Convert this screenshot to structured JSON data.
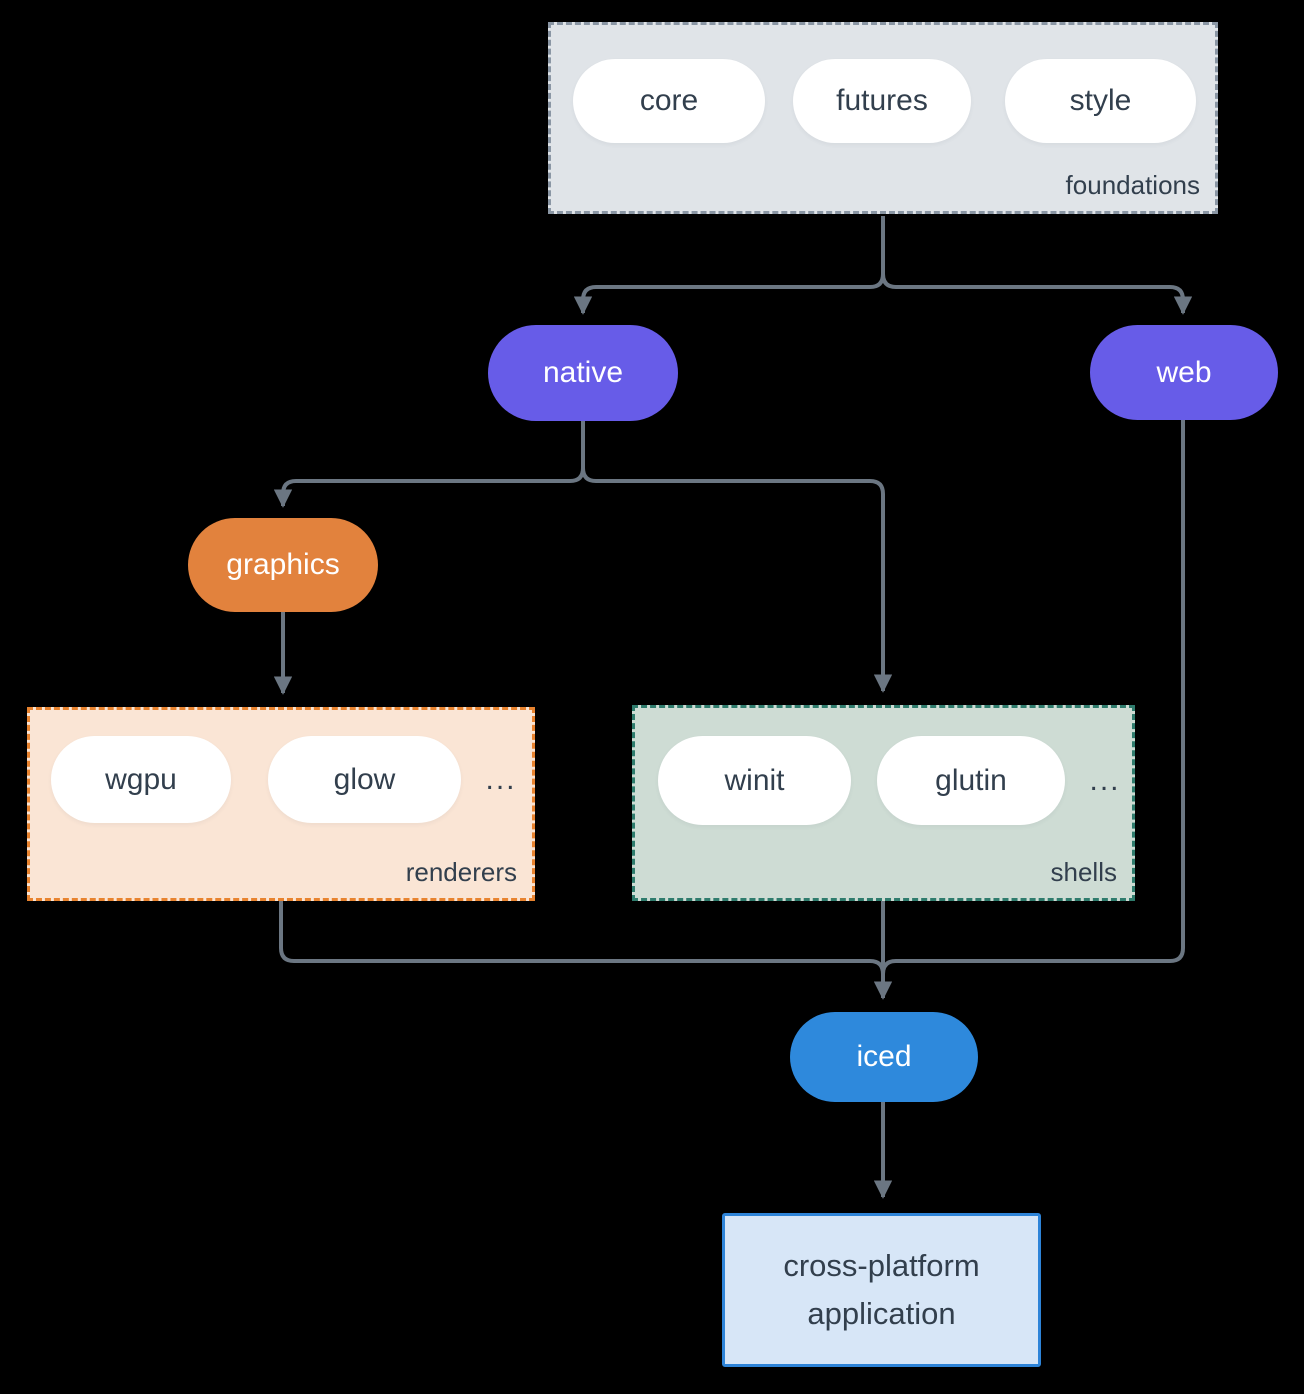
{
  "colors": {
    "background": "#000000",
    "arrow": "#6b7682",
    "foundations_fill": "#e0e4e8",
    "foundations_border": "#8a96a4",
    "purple": "#675ce8",
    "orange": "#e2823d",
    "renderers_fill": "#fae5d5",
    "renderers_border": "#e8832f",
    "shells_fill": "#cedcd4",
    "shells_border": "#2f7c6d",
    "blue": "#2e89dc",
    "app_fill": "#d7e6f7",
    "app_border": "#2e84d8",
    "text_dark": "#323f4d",
    "text_light": "#ffffff"
  },
  "diagram": {
    "foundations": {
      "label": "foundations",
      "pills": [
        "core",
        "futures",
        "style"
      ]
    },
    "native": {
      "label": "native"
    },
    "web": {
      "label": "web"
    },
    "graphics": {
      "label": "graphics"
    },
    "renderers": {
      "label": "renderers",
      "pills": [
        "wgpu",
        "glow"
      ],
      "ellipsis": "..."
    },
    "shells": {
      "label": "shells",
      "pills": [
        "winit",
        "glutin"
      ],
      "ellipsis": "..."
    },
    "iced": {
      "label": "iced"
    },
    "application": {
      "label": "cross-platform application"
    }
  }
}
